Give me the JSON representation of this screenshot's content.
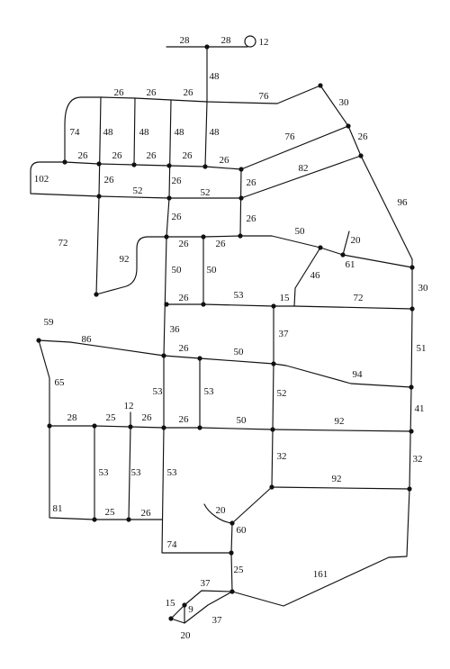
{
  "diagram": {
    "labels": [
      "28",
      "28",
      "12",
      "48",
      "26",
      "26",
      "26",
      "76",
      "30",
      "74",
      "48",
      "48",
      "48",
      "48",
      "26",
      "26",
      "26",
      "26",
      "26",
      "76",
      "26",
      "82",
      "102",
      "26",
      "52",
      "26",
      "52",
      "26",
      "26",
      "96",
      "72",
      "26",
      "26",
      "26",
      "50",
      "20",
      "92",
      "50",
      "50",
      "46",
      "61",
      "30",
      "26",
      "53",
      "15",
      "72",
      "59",
      "36",
      "37",
      "86",
      "26",
      "50",
      "51",
      "65",
      "94",
      "53",
      "53",
      "52",
      "41",
      "12",
      "28",
      "25",
      "26",
      "26",
      "50",
      "92",
      "32",
      "53",
      "53",
      "53",
      "32",
      "92",
      "20",
      "60",
      "81",
      "25",
      "26",
      "74",
      "25",
      "161",
      "37",
      "15",
      "9",
      "37",
      "20"
    ]
  }
}
